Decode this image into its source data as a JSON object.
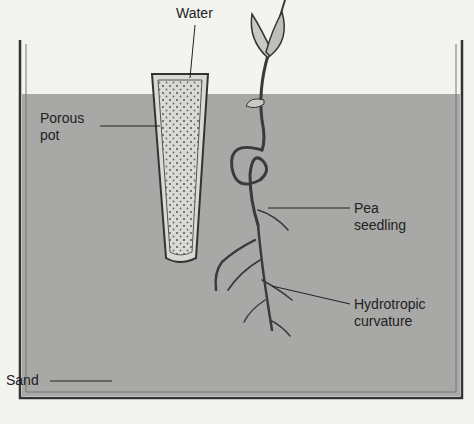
{
  "diagram": {
    "labels": [
      "Water",
      "Porous pot",
      "Pea seedling",
      "Hydrotropic curvature",
      "Sand"
    ]
  }
}
